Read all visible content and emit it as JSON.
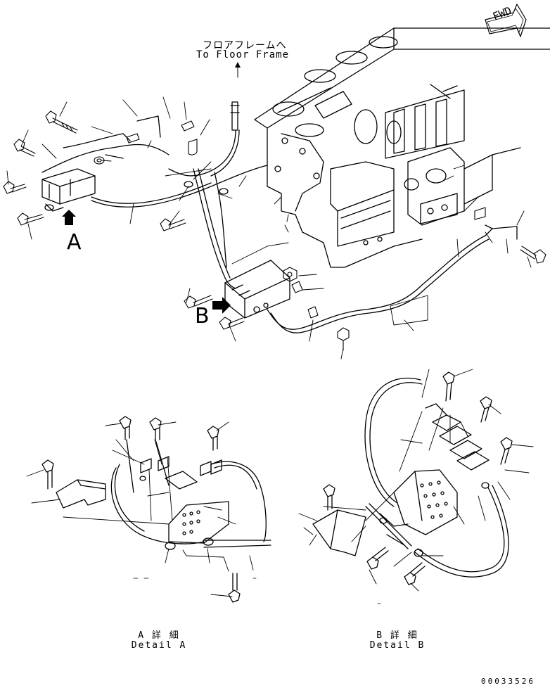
{
  "fwd_label": "FWD",
  "floor_frame": {
    "jp": "フロアフレームへ",
    "en": "To Floor Frame"
  },
  "view_markers": {
    "a": "A",
    "b": "B"
  },
  "details": {
    "a_jp": "A 詳 細",
    "a_en": "Detail A",
    "b_jp": "B 詳 細",
    "b_en": "Detail B"
  },
  "part_number": "00033526"
}
